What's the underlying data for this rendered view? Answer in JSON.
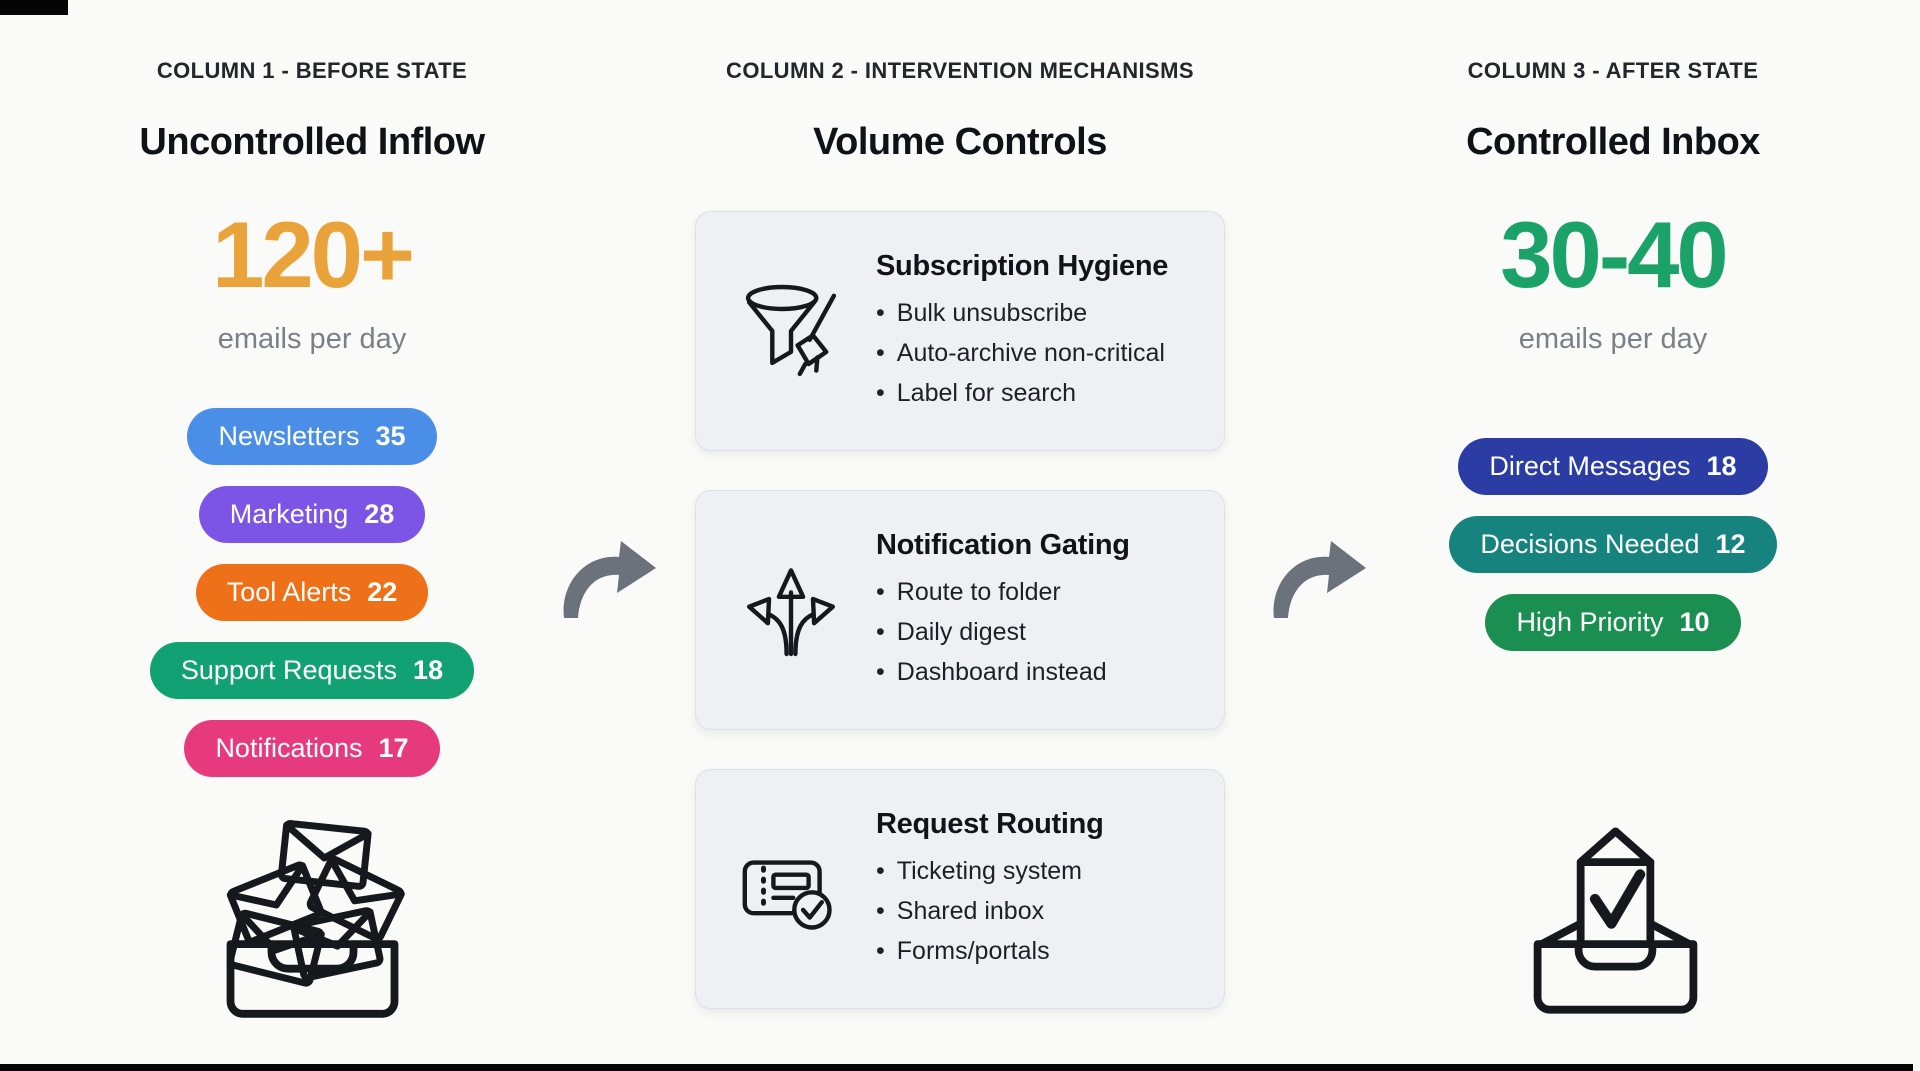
{
  "background": "#FAFAF8",
  "columns": {
    "before": {
      "label": "COLUMN 1 - BEFORE STATE",
      "title": "Uncontrolled Inflow",
      "metric": {
        "value": "120+",
        "caption": "emails per day",
        "color": "#EAA33A"
      },
      "pills": [
        {
          "label": "Newsletters",
          "count": "35",
          "color": "#4A8EE8"
        },
        {
          "label": "Marketing",
          "count": "28",
          "color": "#7C55E6"
        },
        {
          "label": "Tool Alerts",
          "count": "22",
          "color": "#EE7018"
        },
        {
          "label": "Support Requests",
          "count": "18",
          "color": "#12A173"
        },
        {
          "label": "Notifications",
          "count": "17",
          "color": "#E73A7C"
        }
      ],
      "icon": "overflowing-inbox-icon"
    },
    "interventions": {
      "label": "COLUMN 2 - INTERVENTION MECHANISMS",
      "title": "Volume Controls",
      "cards": [
        {
          "icon": "funnel-broom-icon",
          "title": "Subscription Hygiene",
          "bullets": [
            "Bulk unsubscribe",
            "Auto-archive non-critical",
            "Label for search"
          ]
        },
        {
          "icon": "branching-arrows-icon",
          "title": "Notification Gating",
          "bullets": [
            "Route to folder",
            "Daily digest",
            "Dashboard instead"
          ]
        },
        {
          "icon": "ticket-check-icon",
          "title": "Request Routing",
          "bullets": [
            "Ticketing system",
            "Shared inbox",
            "Forms/portals"
          ]
        }
      ]
    },
    "after": {
      "label": "COLUMN 3 - AFTER STATE",
      "title": "Controlled Inbox",
      "metric": {
        "value": "30-40",
        "caption": "emails per day",
        "color": "#1AA268"
      },
      "pills": [
        {
          "label": "Direct Messages",
          "count": "18",
          "color": "#2B3DA5"
        },
        {
          "label": "Decisions Needed",
          "count": "12",
          "color": "#17837F"
        },
        {
          "label": "High Priority",
          "count": "10",
          "color": "#1B8F52"
        }
      ],
      "icon": "clean-inbox-check-icon"
    }
  },
  "arrows": {
    "color": "#6B727B"
  }
}
